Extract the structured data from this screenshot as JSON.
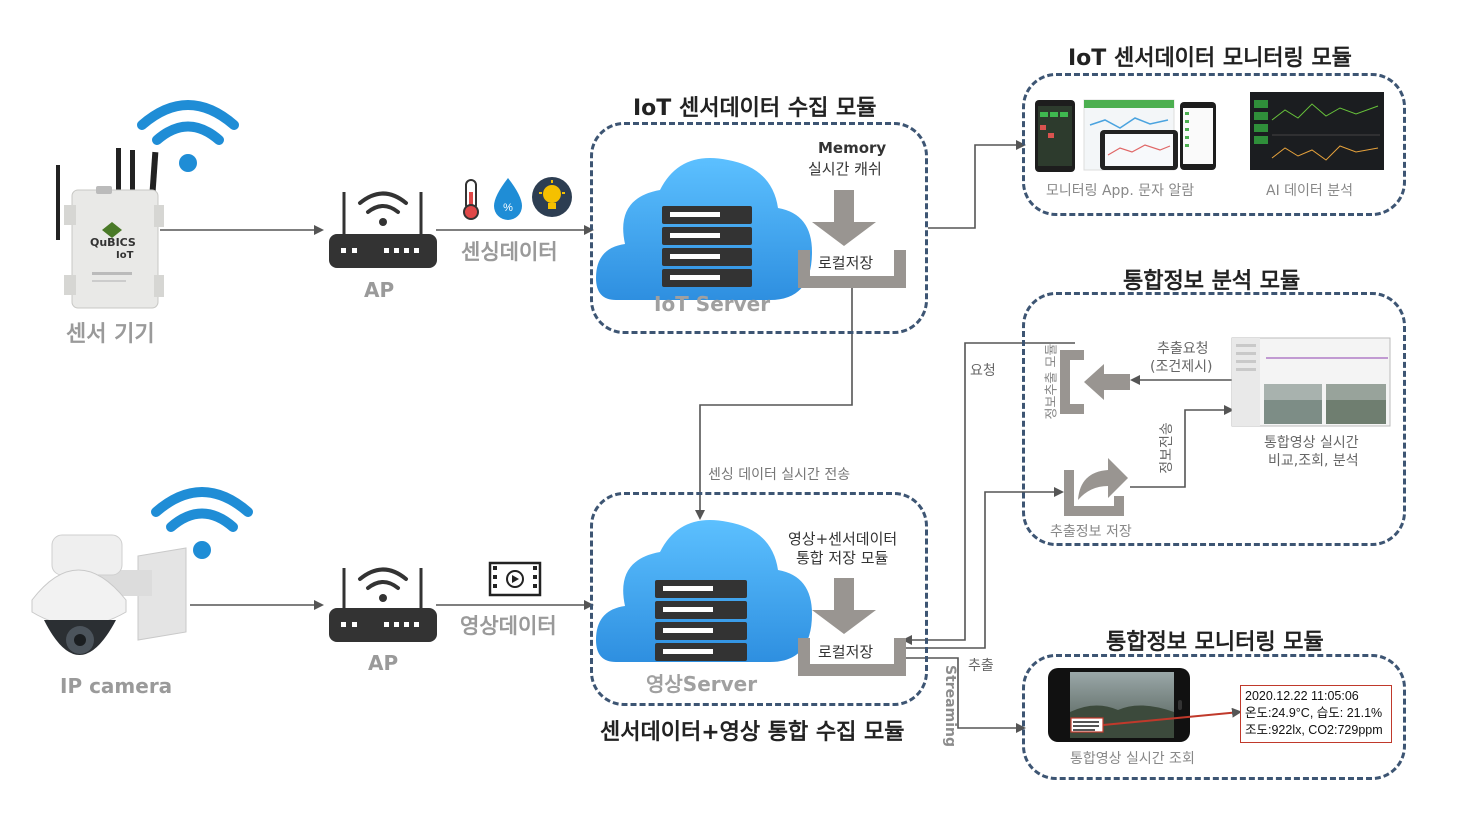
{
  "titles": {
    "iot_monitor": "IoT 센서데이터 모니터링 모듈",
    "iot_collect": "IoT 센서데이터 수집 모듈",
    "analysis": "통합정보 분석 모듈",
    "integrated_monitor": "통합정보 모니터링 모듈",
    "integrated_collect": "센서데이터+영상 통합 수집 모듈"
  },
  "devices": {
    "sensor_label": "센서 기기",
    "sensor_brand": "QuBICS",
    "sensor_brand2": "IoT",
    "camera_label": "IP camera",
    "ap_top": "AP",
    "ap_bottom": "AP"
  },
  "flows": {
    "sensing_data": "센싱데이터",
    "video_data": "영상데이터",
    "realtime_transfer": "센싱 데이터 실시간 전송",
    "request": "요청",
    "extract": "추출",
    "streaming": "Streaming"
  },
  "iot_server": {
    "name": "IoT Server",
    "memory": "Memory",
    "cache": "실시간 캐쉬",
    "local_store": "로컬저장"
  },
  "video_server": {
    "name": "영상Server",
    "store_title_1": "영상+센서데이터",
    "store_title_2": "통합 저장 모듈",
    "local_store": "로컬저장"
  },
  "iot_monitor": {
    "app_label": "모니터링 App. 문자 알람",
    "ai_label": "AI 데이터 분석"
  },
  "analysis": {
    "extract_module": "정보추출 모듈",
    "extract_request_1": "추출요청",
    "extract_request_2": "(조건제시)",
    "info_transfer": "정보전송",
    "extract_store": "추출정보 저장",
    "compare_1": "통합영상 실시간",
    "compare_2": "비교,조회, 분석"
  },
  "integrated_monitor": {
    "view_label": "통합영상 실시간 조회",
    "info_line1": "2020.12.22  11:05:06",
    "info_line2": "온도:24.9°C, 습도: 21.1%",
    "info_line3": "조도:922lx, CO2:729ppm"
  },
  "colors": {
    "dash_border": "#3d5573",
    "wifi_blue": "#1f8dd6",
    "cloud_blue": "#3aa6ef",
    "arrow_grey": "#999591",
    "highlight_red": "#c0392b"
  }
}
